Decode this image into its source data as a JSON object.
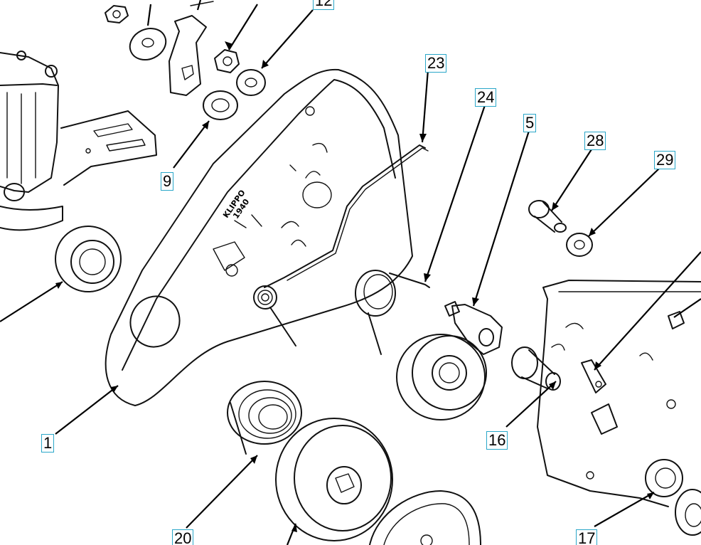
{
  "diagram": {
    "callouts": [
      {
        "id": "c1",
        "label": "1"
      },
      {
        "id": "c5",
        "label": "5"
      },
      {
        "id": "c9",
        "label": "9"
      },
      {
        "id": "c12",
        "label": "12"
      },
      {
        "id": "c16",
        "label": "16"
      },
      {
        "id": "c17",
        "label": "17"
      },
      {
        "id": "c20",
        "label": "20"
      },
      {
        "id": "c23",
        "label": "23"
      },
      {
        "id": "c24",
        "label": "24"
      },
      {
        "id": "c28",
        "label": "28"
      },
      {
        "id": "c29",
        "label": "29"
      }
    ],
    "stamp": {
      "line1": "KLIPPO",
      "line2": "1940"
    },
    "colors": {
      "line": "#000000",
      "callout_border": "#2aa7c9",
      "background": "#ffffff"
    }
  }
}
